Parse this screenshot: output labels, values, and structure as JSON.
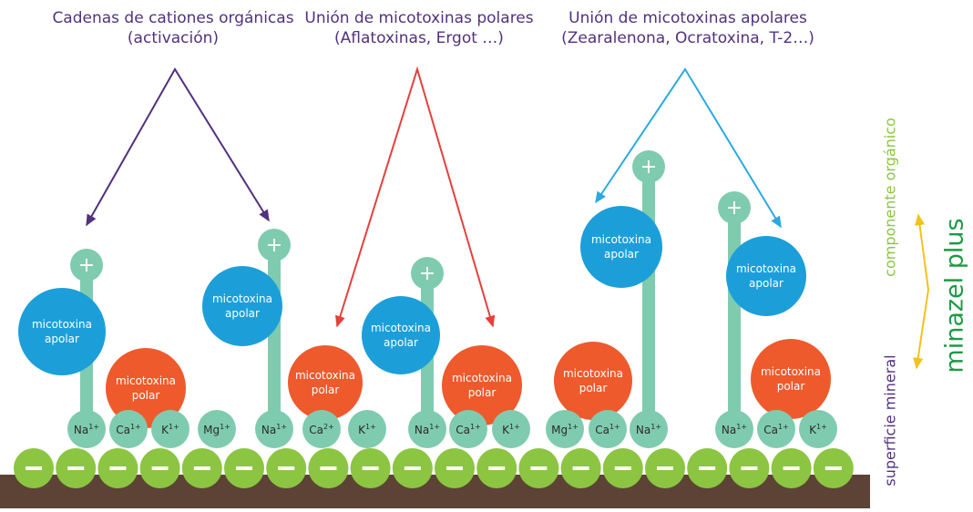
{
  "colors": {
    "purple": "#52317f",
    "red": "#e5403b",
    "sky": "#2aa9e1",
    "teal": "#7fcbb0",
    "blue": "#1c9fd9",
    "orange": "#ee5a2c",
    "green": "#8cc541",
    "soil": "#5c4336",
    "yellow": "#f2c21b",
    "brand": "#1e9a45"
  },
  "headers": [
    {
      "line1": "Cadenas de cationes orgánicas",
      "line2": "(activación)",
      "color": "#52317f"
    },
    {
      "line1": "Unión de micotoxinas polares",
      "line2": "(Aflatoxinas, Ergot …)",
      "color": "#52317f"
    },
    {
      "line1": "Unión de micotoxinas apolares",
      "line2": "(Zearalenona, Ocratoxina, T-2…)",
      "color": "#52317f"
    }
  ],
  "labels": {
    "apolar_line1": "micotoxina",
    "apolar_line2": "apolar",
    "polar_line1": "micotoxina",
    "polar_line2": "polar",
    "plus": "+",
    "minus": "–"
  },
  "cations": [
    {
      "base": "Na",
      "charge": "1+"
    },
    {
      "base": "Ca",
      "charge": "1+"
    },
    {
      "base": "K",
      "charge": "1+"
    },
    {
      "base": "Mg",
      "charge": "1+"
    },
    {
      "base": "Na",
      "charge": "1+"
    },
    {
      "base": "Ca",
      "charge": "2+"
    },
    {
      "base": "K",
      "charge": "1+"
    },
    {
      "base": "Na",
      "charge": "1+"
    },
    {
      "base": "Ca",
      "charge": "1+"
    },
    {
      "base": "K",
      "charge": "1+"
    },
    {
      "base": "Mg",
      "charge": "1+"
    },
    {
      "base": "Ca",
      "charge": "1+"
    },
    {
      "base": "Na",
      "charge": "1+"
    },
    {
      "base": "Na",
      "charge": "1+"
    },
    {
      "base": "Ca",
      "charge": "1+"
    },
    {
      "base": "K",
      "charge": "1+"
    }
  ],
  "side": {
    "organic": "componente orgánico",
    "mineral": "superficie mineral",
    "brand": "minazel plus"
  }
}
